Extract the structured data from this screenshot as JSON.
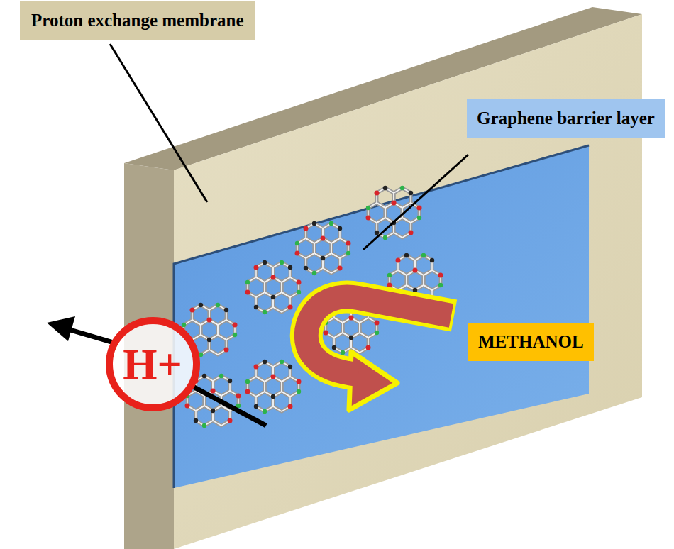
{
  "diagram": {
    "nodes": [
      {
        "text": [
          "Proton exchange membrane"
        ]
      },
      {
        "text": [
          "Graphene barrier layer"
        ]
      },
      {
        "text": [
          "H+"
        ]
      },
      {
        "text": [
          "METHANOL"
        ]
      }
    ]
  }
}
